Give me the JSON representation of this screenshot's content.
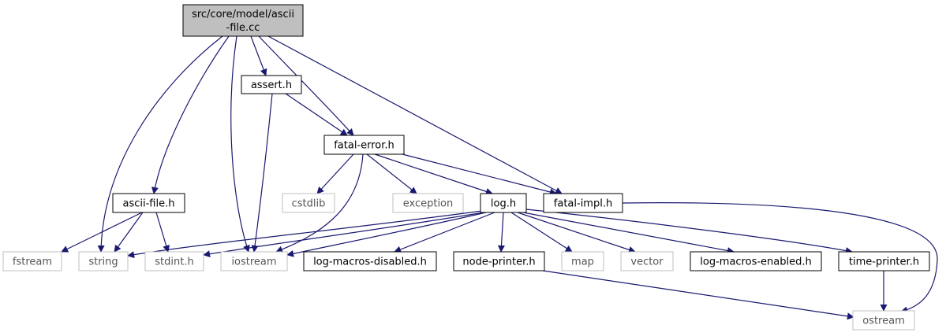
{
  "diagram": {
    "nodes": {
      "main": {
        "lines": [
          "src/core/model/ascii",
          "-file.cc"
        ],
        "kind": "main"
      },
      "assert": {
        "lines": [
          "assert.h"
        ],
        "kind": "local"
      },
      "fatal_error": {
        "lines": [
          "fatal-error.h"
        ],
        "kind": "local"
      },
      "ascii_file": {
        "lines": [
          "ascii-file.h"
        ],
        "kind": "local"
      },
      "cstdlib": {
        "lines": [
          "cstdlib"
        ],
        "kind": "system"
      },
      "exception": {
        "lines": [
          "exception"
        ],
        "kind": "system"
      },
      "log": {
        "lines": [
          "log.h"
        ],
        "kind": "local"
      },
      "fatal_impl": {
        "lines": [
          "fatal-impl.h"
        ],
        "kind": "local"
      },
      "fstream": {
        "lines": [
          "fstream"
        ],
        "kind": "system"
      },
      "string": {
        "lines": [
          "string"
        ],
        "kind": "system"
      },
      "stdint": {
        "lines": [
          "stdint.h"
        ],
        "kind": "system"
      },
      "iostream": {
        "lines": [
          "iostream"
        ],
        "kind": "system"
      },
      "log_macros_disabled": {
        "lines": [
          "log-macros-disabled.h"
        ],
        "kind": "local"
      },
      "node_printer": {
        "lines": [
          "node-printer.h"
        ],
        "kind": "local"
      },
      "map": {
        "lines": [
          "map"
        ],
        "kind": "system"
      },
      "vector": {
        "lines": [
          "vector"
        ],
        "kind": "system"
      },
      "log_macros_enabled": {
        "lines": [
          "log-macros-enabled.h"
        ],
        "kind": "local"
      },
      "time_printer": {
        "lines": [
          "time-printer.h"
        ],
        "kind": "local"
      },
      "ostream": {
        "lines": [
          "ostream"
        ],
        "kind": "system"
      }
    },
    "edges": [
      [
        "main",
        "assert"
      ],
      [
        "main",
        "fatal_error"
      ],
      [
        "main",
        "fatal_impl"
      ],
      [
        "main",
        "ascii_file"
      ],
      [
        "main",
        "string"
      ],
      [
        "main",
        "iostream"
      ],
      [
        "assert",
        "fatal_error"
      ],
      [
        "assert",
        "iostream"
      ],
      [
        "fatal_error",
        "cstdlib"
      ],
      [
        "fatal_error",
        "exception"
      ],
      [
        "fatal_error",
        "log"
      ],
      [
        "fatal_error",
        "fatal_impl"
      ],
      [
        "fatal_error",
        "iostream"
      ],
      [
        "fatal_impl",
        "ostream"
      ],
      [
        "ascii_file",
        "fstream"
      ],
      [
        "ascii_file",
        "string"
      ],
      [
        "ascii_file",
        "stdint"
      ],
      [
        "log",
        "string"
      ],
      [
        "log",
        "stdint"
      ],
      [
        "log",
        "iostream"
      ],
      [
        "log",
        "log_macros_disabled"
      ],
      [
        "log",
        "node_printer"
      ],
      [
        "log",
        "map"
      ],
      [
        "log",
        "vector"
      ],
      [
        "log",
        "log_macros_enabled"
      ],
      [
        "log",
        "time_printer"
      ],
      [
        "node_printer",
        "ostream"
      ],
      [
        "time_printer",
        "ostream"
      ]
    ],
    "colors": {
      "edge": "#191970",
      "main_fill": "#bfbfbf",
      "system_border": "#bfbfbf",
      "local_border": "#000000"
    }
  }
}
